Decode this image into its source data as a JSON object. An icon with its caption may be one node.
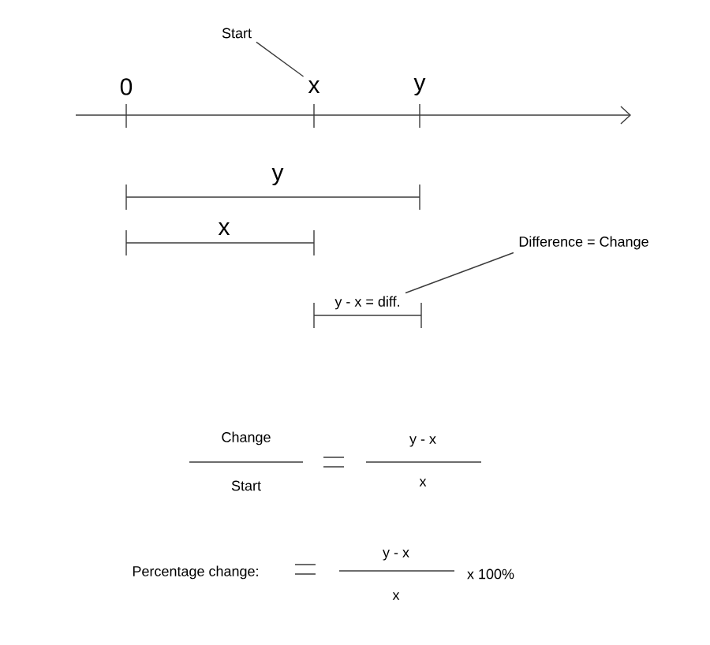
{
  "diagram": {
    "nodes": [
      {
        "text": [
          "Start"
        ]
      },
      {
        "text": [
          "x"
        ]
      },
      {
        "text": [
          "Difference = Change"
        ]
      },
      {
        "text": [
          "y - x = diff."
        ]
      }
    ],
    "edges": [
      {
        "from": 0,
        "to": 1,
        "arrow": "none"
      },
      {
        "from": 2,
        "to": 3,
        "arrow": "none"
      }
    ],
    "labels": [
      "0",
      "y",
      "y",
      "x",
      "Change",
      "Start",
      "y - x",
      "x",
      "Percentage change:",
      "y - x",
      "x",
      "x 100%"
    ]
  }
}
